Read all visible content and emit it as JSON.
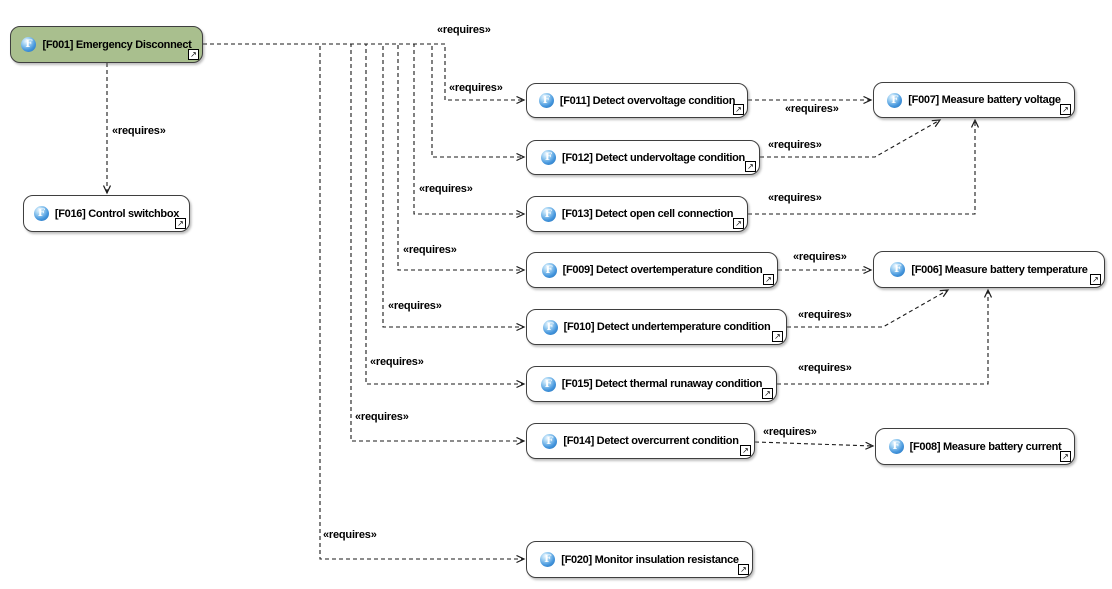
{
  "diagram": {
    "icons": {
      "function_badge": "F",
      "navigate": "↗"
    },
    "colors": {
      "highlight_node_fill": "#a9bf8e",
      "node_fill": "#ffffff",
      "node_border": "#3f3f3f",
      "connector": "#1a1a1a"
    },
    "nodes": [
      {
        "id": "F001",
        "label": "[F001] Emergency Disconnect",
        "highlight": true
      },
      {
        "id": "F016",
        "label": "[F016] Control switchbox",
        "highlight": false
      },
      {
        "id": "F011",
        "label": "[F011] Detect overvoltage condition",
        "highlight": false
      },
      {
        "id": "F012",
        "label": "[F012] Detect undervoltage condition",
        "highlight": false
      },
      {
        "id": "F013",
        "label": "[F013] Detect open cell connection",
        "highlight": false
      },
      {
        "id": "F009",
        "label": "[F009] Detect overtemperature condition",
        "highlight": false
      },
      {
        "id": "F010",
        "label": "[F010] Detect undertemperature condition",
        "highlight": false
      },
      {
        "id": "F015",
        "label": "[F015] Detect thermal runaway condition",
        "highlight": false
      },
      {
        "id": "F014",
        "label": "[F014] Detect overcurrent condition",
        "highlight": false
      },
      {
        "id": "F020",
        "label": "[F020] Monitor insulation resistance",
        "highlight": false
      },
      {
        "id": "F007",
        "label": "[F007] Measure battery voltage",
        "highlight": false
      },
      {
        "id": "F006",
        "label": "[F006] Measure battery temperature",
        "highlight": false
      },
      {
        "id": "F008",
        "label": "[F008] Measure battery current",
        "highlight": false
      }
    ],
    "edges": [
      {
        "from": "F001",
        "to": "F016",
        "stereotype": "«requires»"
      },
      {
        "from": "F001",
        "to": "F011",
        "stereotype": "«requires»"
      },
      {
        "from": "F001",
        "to": "F012",
        "stereotype": "«requires»"
      },
      {
        "from": "F001",
        "to": "F013",
        "stereotype": "«requires»"
      },
      {
        "from": "F001",
        "to": "F009",
        "stereotype": "«requires»"
      },
      {
        "from": "F001",
        "to": "F010",
        "stereotype": "«requires»"
      },
      {
        "from": "F001",
        "to": "F015",
        "stereotype": "«requires»"
      },
      {
        "from": "F001",
        "to": "F014",
        "stereotype": "«requires»"
      },
      {
        "from": "F001",
        "to": "F020",
        "stereotype": "«requires»"
      },
      {
        "from": "F011",
        "to": "F007",
        "stereotype": "«requires»"
      },
      {
        "from": "F012",
        "to": "F007",
        "stereotype": "«requires»"
      },
      {
        "from": "F013",
        "to": "F007",
        "stereotype": "«requires»"
      },
      {
        "from": "F009",
        "to": "F006",
        "stereotype": "«requires»"
      },
      {
        "from": "F010",
        "to": "F006",
        "stereotype": "«requires»"
      },
      {
        "from": "F015",
        "to": "F006",
        "stereotype": "«requires»"
      },
      {
        "from": "F014",
        "to": "F008",
        "stereotype": "«requires»"
      }
    ]
  }
}
